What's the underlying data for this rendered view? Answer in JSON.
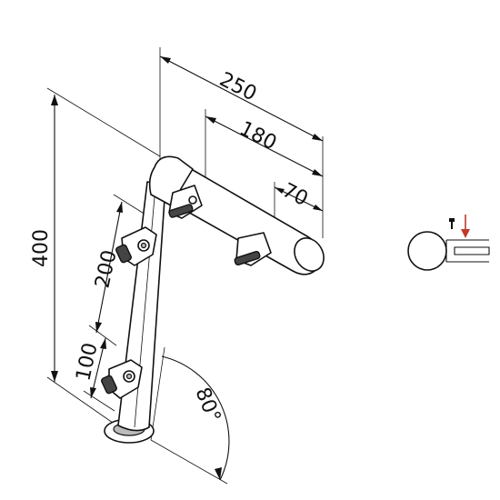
{
  "dimensions": {
    "overall_width": "250",
    "clamp_span": "180",
    "end_offset": "70",
    "height": "400",
    "clamp_spacing": "200",
    "base_offset": "100",
    "angle": "80°"
  },
  "colors": {
    "line": "#111111",
    "arrow_accent": "#c0392b",
    "background": "#ffffff"
  },
  "icons": {
    "inset": "mounting-detail-icon",
    "screw": "screw-icon",
    "arrow": "down-arrow-icon"
  }
}
